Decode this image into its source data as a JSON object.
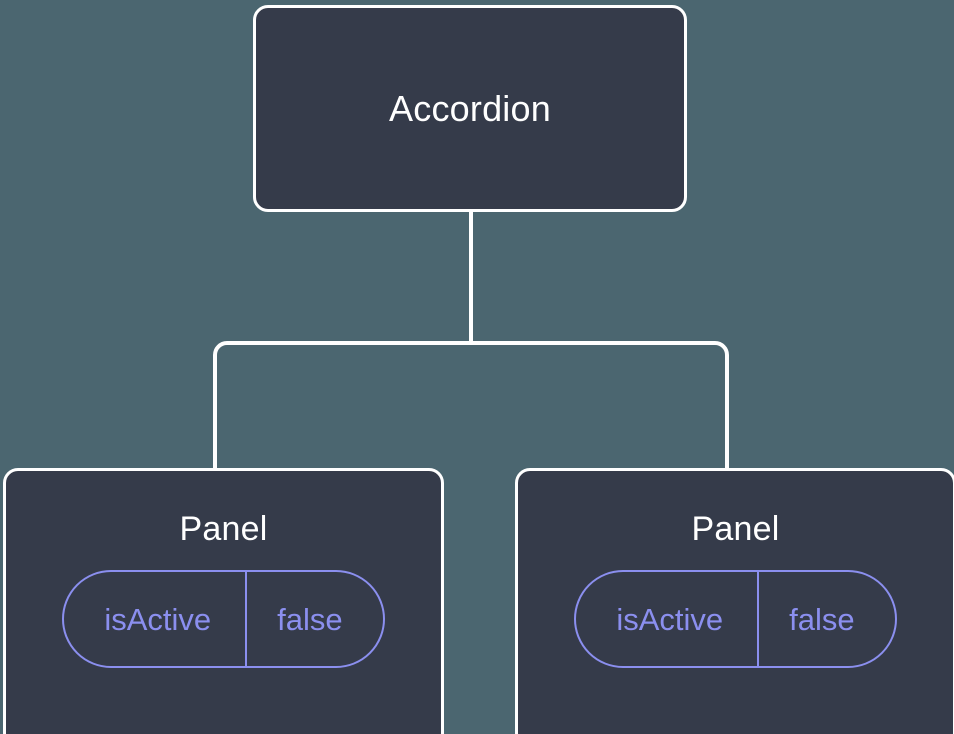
{
  "canvas": {
    "background_color": "#4b6670",
    "node_fill_color": "#353b4a",
    "node_border_color": "#ffffff",
    "edge_color": "#ffffff",
    "prop_accent_color": "#8b8fef",
    "title_color": "#ffffff"
  },
  "tree": {
    "root": {
      "label": "Accordion"
    },
    "children": [
      {
        "label": "Panel",
        "prop": {
          "key": "isActive",
          "value": "false"
        }
      },
      {
        "label": "Panel",
        "prop": {
          "key": "isActive",
          "value": "false"
        }
      }
    ]
  }
}
